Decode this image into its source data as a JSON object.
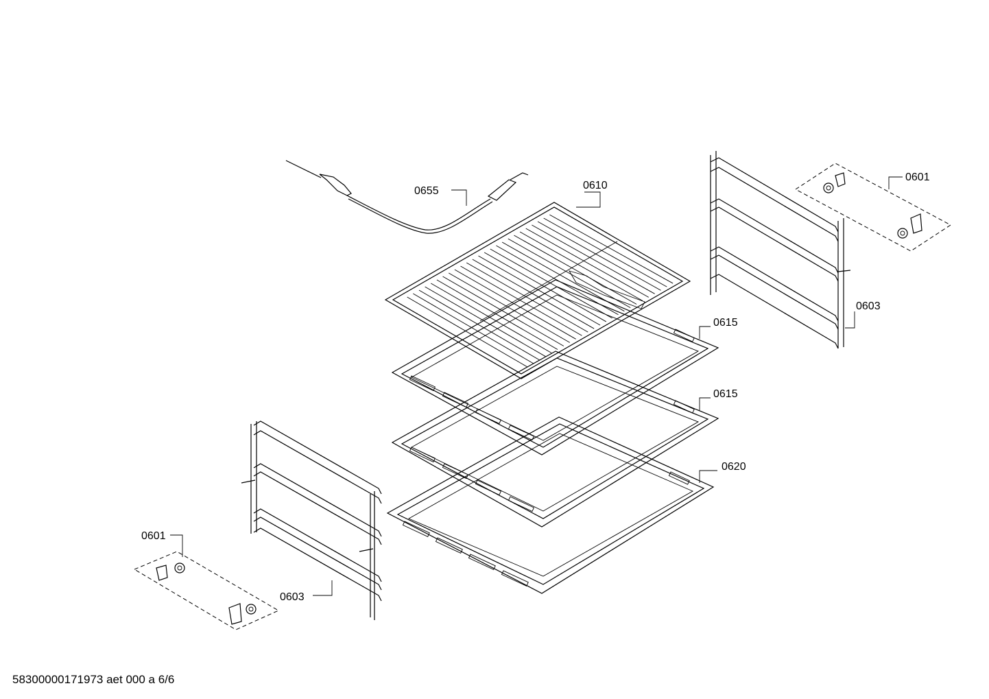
{
  "labels": {
    "probe": "0655",
    "grid_shelf": "0610",
    "tray_upper": "0615",
    "tray_middle": "0615",
    "tray_deep": "0620",
    "right_rails": "0603",
    "right_kit": "0601",
    "left_rails": "0603",
    "left_kit": "0601"
  },
  "footer": {
    "doc_id": "58300000171973 aet 000 a 6/6"
  }
}
